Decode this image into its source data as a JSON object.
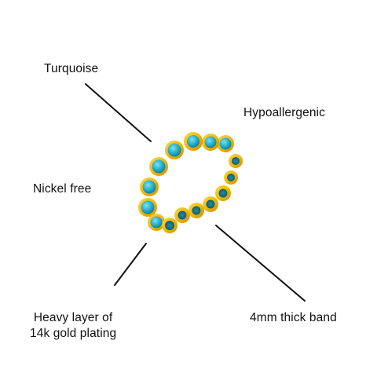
{
  "labels": {
    "turquoise": "Turquoise",
    "hypoallergenic": "Hypoallergenic",
    "nickel_free": "Nickel free",
    "heavy_plating_line1": "Heavy layer of",
    "heavy_plating_line2": "14k gold plating",
    "band": "4mm thick band"
  },
  "colors": {
    "background": "#ffffff",
    "text": "#111111",
    "pointer_line": "#111111",
    "gold": "#f2b807",
    "gold_dark": "#c98f00",
    "turquoise": "#2bb3cf",
    "turquoise_light": "#5fd2e6",
    "turquoise_dark": "#137a8f"
  }
}
